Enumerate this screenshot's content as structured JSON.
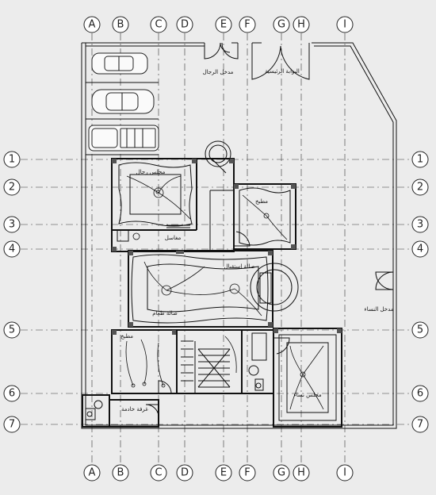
{
  "grid": {
    "columns": [
      "A",
      "B",
      "C",
      "D",
      "E",
      "F",
      "G",
      "H",
      "I"
    ],
    "rows": [
      "1",
      "2",
      "3",
      "4",
      "5",
      "6",
      "7"
    ]
  },
  "rooms": {
    "men_entrance": "مدخل الرجال",
    "main_gate": "البوابة الرئيسية",
    "men_majlis": "مجلس رجال",
    "kitchen_top": "مطبخ",
    "toilets": "مغاسل",
    "hall": "صالة استقبال",
    "dining": "صالة طعام",
    "kitchen": "مطبخ",
    "maid_room": "غرفة خادمة",
    "ladies_majlis": "مجلس نساء",
    "ladies_entrance": "مدخل النساء"
  }
}
